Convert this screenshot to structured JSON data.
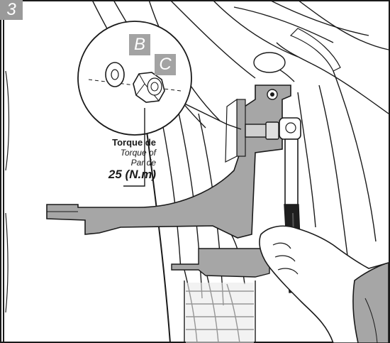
{
  "step": {
    "number": "3"
  },
  "callouts": {
    "washer_label": "B",
    "nut_label": "C"
  },
  "torque": {
    "line1": "Torque de",
    "line2": "Torque of",
    "line3": "Par de",
    "value": "25 (N.m)"
  },
  "colors": {
    "bracket": "#a6a6a6",
    "badge": "#9a9a9a",
    "line": "#1a1a1a"
  }
}
